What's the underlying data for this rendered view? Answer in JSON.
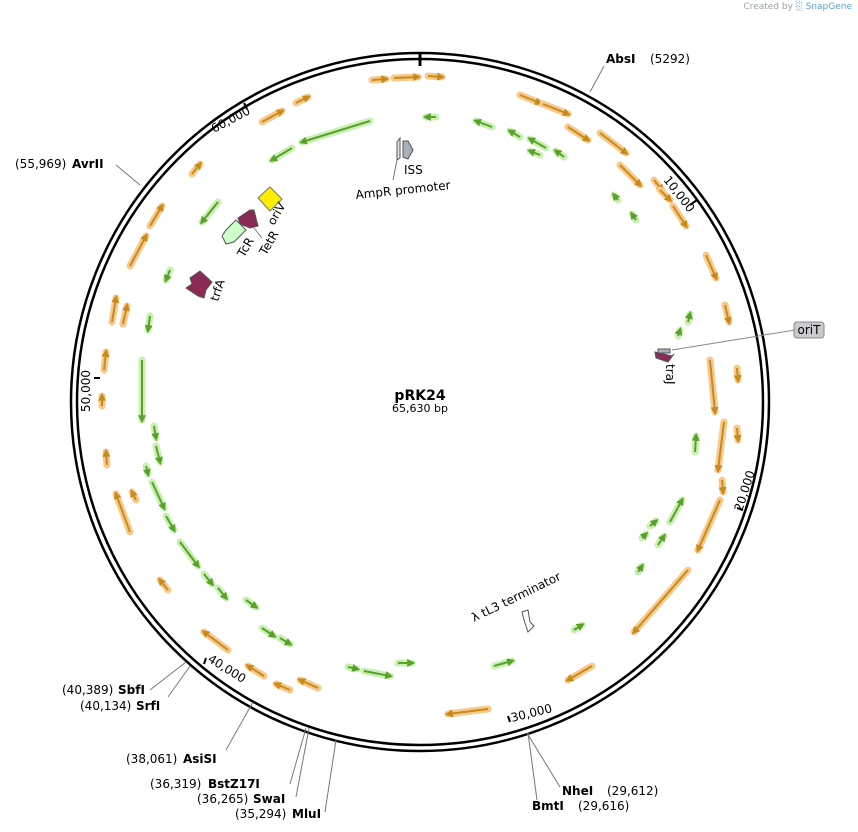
{
  "credit": {
    "prefix": "Created by",
    "brand": "SnapGene"
  },
  "plasmid": {
    "name": "pRK24",
    "length_label": "65,630 bp"
  },
  "ticks": [
    {
      "label": "10,000"
    },
    {
      "label": "20,000"
    },
    {
      "label": "30,000"
    },
    {
      "label": "40,000"
    },
    {
      "label": "50,000"
    },
    {
      "label": "60,000"
    }
  ],
  "sites": [
    {
      "name": "AbsI",
      "pos": "(5292)"
    },
    {
      "name": "AvrII",
      "pos": "(55,969)"
    },
    {
      "name": "SbfI",
      "pos": "(40,389)"
    },
    {
      "name": "SrfI",
      "pos": "(40,134)"
    },
    {
      "name": "AsiSI",
      "pos": "(38,061)"
    },
    {
      "name": "BstZ17I",
      "pos": "(36,319)"
    },
    {
      "name": "SwaI",
      "pos": "(36,265)"
    },
    {
      "name": "MluI",
      "pos": "(35,294)"
    },
    {
      "name": "NheI",
      "pos": "(29,612)"
    },
    {
      "name": "BmtI",
      "pos": "(29,616)"
    }
  ],
  "features": [
    {
      "name": "ISS"
    },
    {
      "name": "AmpR promoter"
    },
    {
      "name": "oriV"
    },
    {
      "name": "TetR"
    },
    {
      "name": "TcR"
    },
    {
      "name": "trfA"
    },
    {
      "name": "traJ"
    },
    {
      "name": "oriT"
    },
    {
      "name": "λ tL3 terminator"
    }
  ],
  "colors": {
    "orf_fill": "#c98a1c",
    "orf_halo": "#f7c98b",
    "cds_fill": "#5aa02c",
    "cds_halo": "#c8f0b0",
    "gene_fill": "#8b2a55",
    "origin_fill": "#ffee00",
    "promoter_fill": "#aab0b8",
    "marker_fill": "#ccffcc"
  }
}
